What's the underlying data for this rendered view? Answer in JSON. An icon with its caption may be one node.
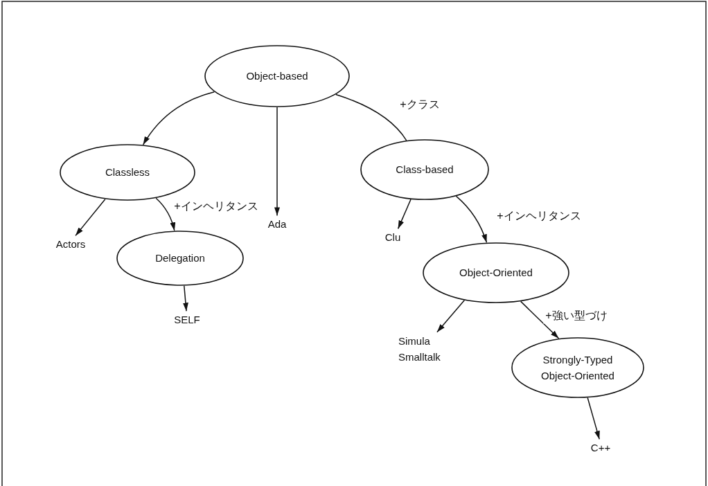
{
  "diagram": {
    "nodes": [
      {
        "text": [
          "Object-based"
        ]
      },
      {
        "text": [
          "Classless"
        ]
      },
      {
        "text": [
          "Ada"
        ]
      },
      {
        "text": [
          "Class-based"
        ]
      },
      {
        "text": [
          "Actors"
        ]
      },
      {
        "text": [
          "Delegation"
        ]
      },
      {
        "text": [
          "SELF"
        ]
      },
      {
        "text": [
          "Clu"
        ]
      },
      {
        "text": [
          "Object-Oriented"
        ]
      },
      {
        "text": [
          "Simula Smalltalk"
        ]
      },
      {
        "text": [
          "Strongly-Typed Object-Oriented"
        ]
      },
      {
        "text": [
          "C++"
        ]
      }
    ],
    "edges": [
      {
        "from": 0,
        "to": 1,
        "arrow": "to"
      },
      {
        "from": 0,
        "to": 2,
        "arrow": "to"
      },
      {
        "from": 0,
        "to": 3,
        "arrow": "none",
        "label": "+クラス"
      },
      {
        "from": 1,
        "to": 4,
        "arrow": "to"
      },
      {
        "from": 1,
        "to": 5,
        "arrow": "to",
        "label": "+インヘリタンス"
      },
      {
        "from": 5,
        "to": 6,
        "arrow": "to"
      },
      {
        "from": 3,
        "to": 7,
        "arrow": "to"
      },
      {
        "from": 3,
        "to": 8,
        "arrow": "to",
        "label": "+インヘリタンス"
      },
      {
        "from": 8,
        "to": 9,
        "arrow": "to"
      },
      {
        "from": 8,
        "to": 10,
        "arrow": "to",
        "label": "+強い型づけ"
      },
      {
        "from": 10,
        "to": 11,
        "arrow": "to"
      }
    ]
  }
}
